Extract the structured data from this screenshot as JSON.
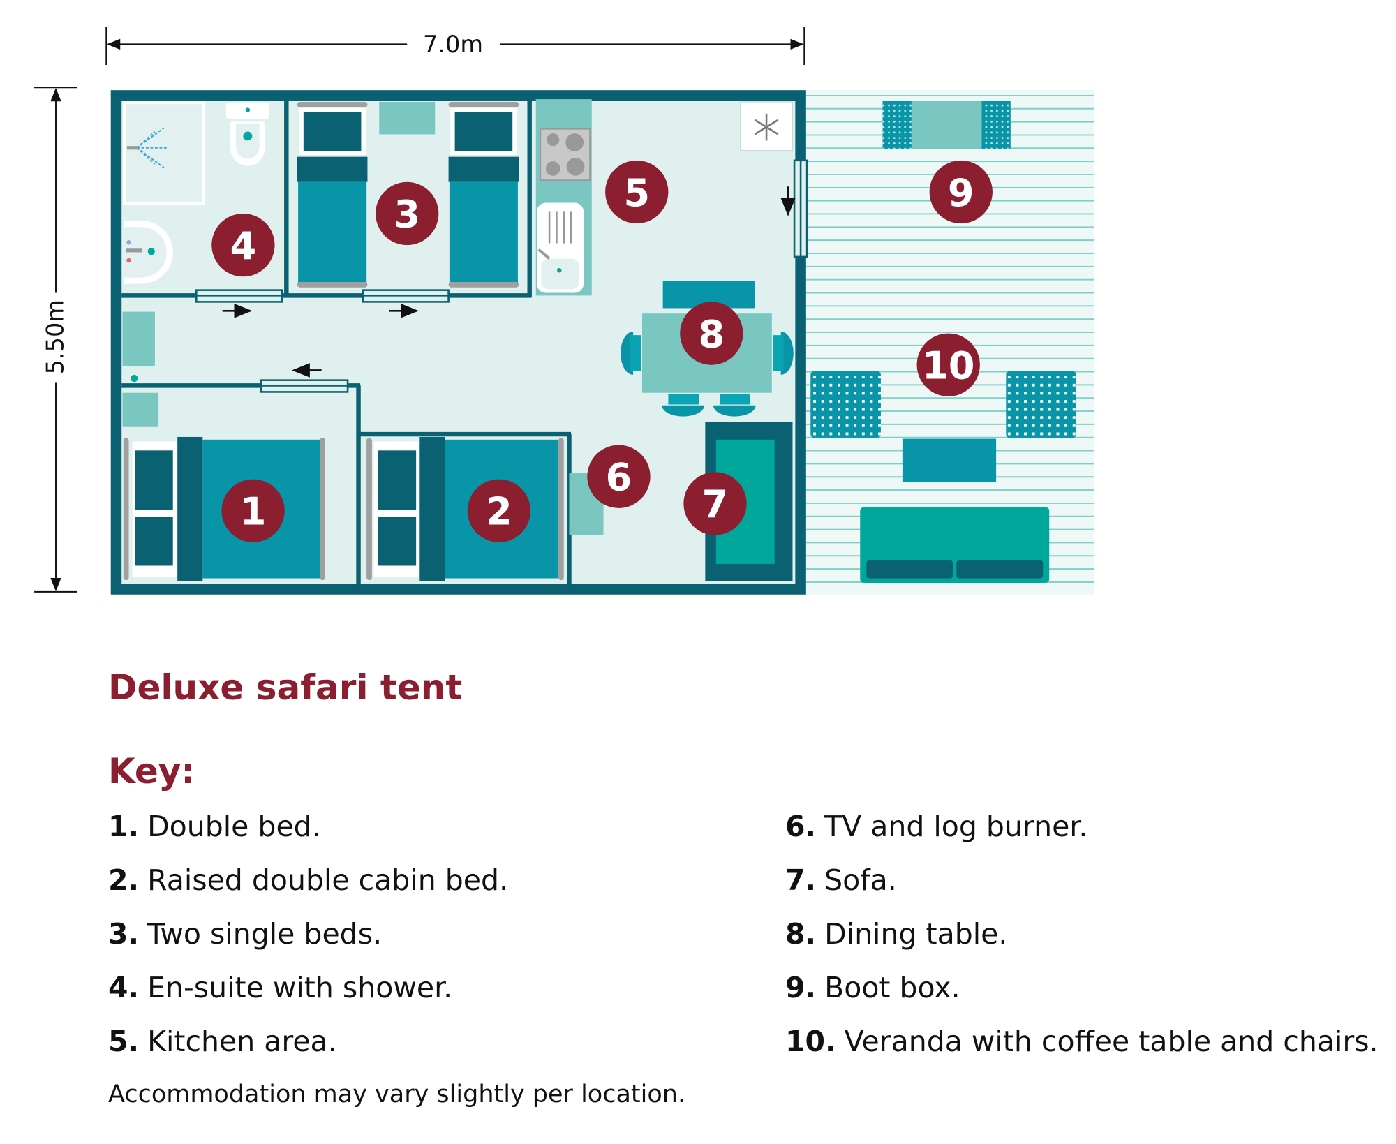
{
  "dimensions": {
    "width": "7.0m",
    "height": "5.50m"
  },
  "markers": [
    "1",
    "2",
    "3",
    "4",
    "5",
    "6",
    "7",
    "8",
    "9",
    "10"
  ],
  "title": "Deluxe safari tent",
  "key_heading": "Key:",
  "key_items": [
    {
      "num": "1.",
      "text": "Double bed."
    },
    {
      "num": "2.",
      "text": "Raised double cabin bed."
    },
    {
      "num": "3.",
      "text": "Two single beds."
    },
    {
      "num": "4.",
      "text": "En-suite with shower."
    },
    {
      "num": "5.",
      "text": "Kitchen area."
    },
    {
      "num": "6.",
      "text": "TV and log burner."
    },
    {
      "num": "7.",
      "text": "Sofa."
    },
    {
      "num": "8.",
      "text": "Dining table."
    },
    {
      "num": "9.",
      "text": "Boot box."
    },
    {
      "num": "10.",
      "text": "Veranda with coffee table and chairs."
    }
  ],
  "footer": "Accommodation may vary slightly per location.",
  "colors": {
    "wall": "#0a6171",
    "floor": "#dff0ef",
    "bed": "#0895a8",
    "accent": "#8b1f2f",
    "light_teal": "#7ac7c1",
    "sofa": "#00a89b"
  }
}
